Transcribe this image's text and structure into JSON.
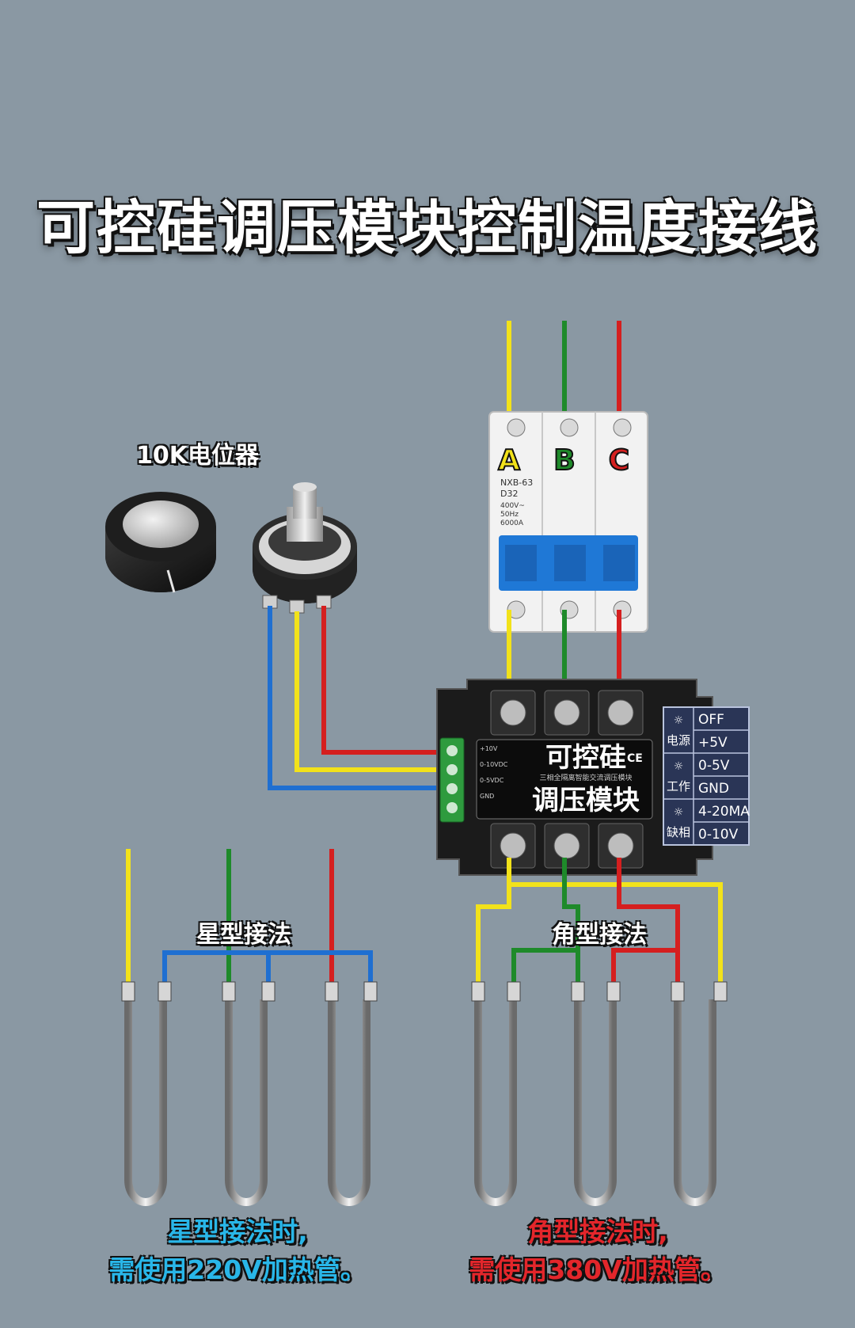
{
  "title": "可控硅调压模块控制温度接线",
  "potentiometer": {
    "label": "10K电位器"
  },
  "breaker": {
    "phases": [
      "A",
      "B",
      "C"
    ],
    "model": "NXB-63",
    "rating": "D32",
    "spec_lines": [
      "400V~",
      "50Hz",
      "6000A"
    ]
  },
  "module": {
    "title_line1": "可控硅",
    "title_line2": "调压模块",
    "subtitle": "三相全隔离智能交流调压模块",
    "ce": "CE",
    "terminals": [
      "+10V",
      "0-10VDC",
      "0-5VDC",
      "GND"
    ],
    "indicators": [
      "电源",
      "工作",
      "缺相"
    ],
    "switch_rows": [
      "OFF",
      "+5V",
      "0-5V",
      "GND",
      "4-20MA",
      "0-10V"
    ]
  },
  "wiring": {
    "star_label": "星型接法",
    "delta_label": "角型接法"
  },
  "captions": {
    "star_line1": "星型接法时,",
    "star_line2": "需使用220V加热管。",
    "delta_line1": "角型接法时,",
    "delta_line2": "需使用380V加热管。"
  },
  "colors": {
    "phase_a": "#f2e21a",
    "phase_b": "#1e8a2a",
    "phase_c": "#d51f1f",
    "neutral_blue": "#1f6fd1",
    "caption_star": "#29b6e8",
    "caption_delta": "#e3262b",
    "background": "#8a98a3"
  }
}
